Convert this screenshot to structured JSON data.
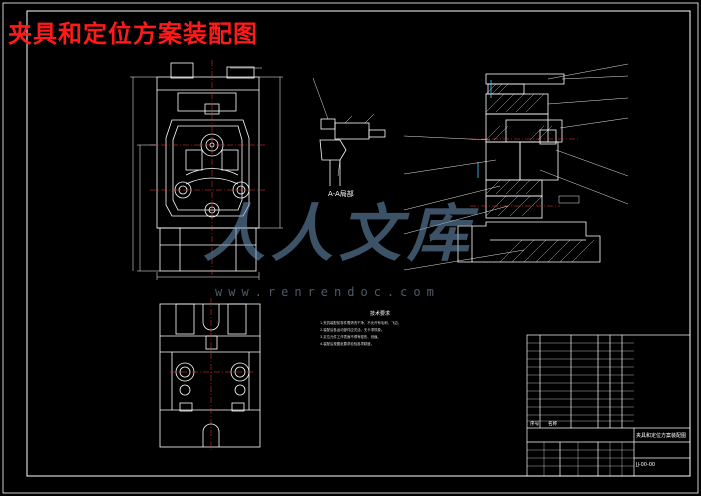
{
  "title": "夹具和定位方案装配图",
  "watermark": {
    "text": "人人文库",
    "url": "www.renrendoc.com"
  },
  "detail_label": "A-A局部",
  "technical_notes": {
    "title": "技术要求",
    "lines": [
      "1.夹具装配前零件需清洗干净，不允许有毛刺、飞边。",
      "2.装配后各运动部件应灵活，无卡滞现象。",
      "3.定位元件工作表面不得有碰伤、划痕。",
      "4.装配后按图纸要求检验各项精度。"
    ]
  },
  "title_block": {
    "drawing_name": "夹具和定位方案装配图",
    "drawing_no": "JJ-00-00",
    "header": {
      "no": "序号",
      "name": "名称"
    }
  },
  "colors": {
    "background": "#000000",
    "line": "#ffffff",
    "title": "#ff1a1a",
    "center": "#ff3333",
    "accent": "#4dd0ff"
  }
}
